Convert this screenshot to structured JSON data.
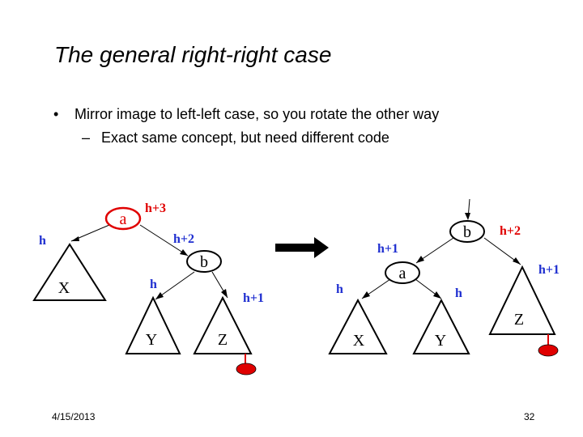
{
  "slide": {
    "title": "The general right-right case",
    "bullets": [
      {
        "mark": "•",
        "text": "Mirror image to left-left case, so you rotate the other way"
      },
      {
        "mark": "–",
        "text": "Exact same concept, but need different code"
      }
    ],
    "footer_date": "4/15/2013",
    "page_number": "32"
  },
  "colors": {
    "red": "#e00000",
    "blue": "#1f2fd0",
    "black": "#000000",
    "arrow": "#000000"
  },
  "before_tree": {
    "node_a": "a",
    "node_b": "b",
    "tri_x": "X",
    "tri_y": "Y",
    "tri_z": "Z",
    "h_a": "h+3",
    "h_x": "h",
    "h_b": "h+2",
    "h_y": "h",
    "h_z": "h+1"
  },
  "after_tree": {
    "node_b": "b",
    "node_a": "a",
    "tri_x": "X",
    "tri_y": "Y",
    "tri_z": "Z",
    "h_b": "h+2",
    "h_a": "h+1",
    "h_x": "h",
    "h_y": "h",
    "h_z": "h+1"
  },
  "transition_arrow": "right-arrow"
}
